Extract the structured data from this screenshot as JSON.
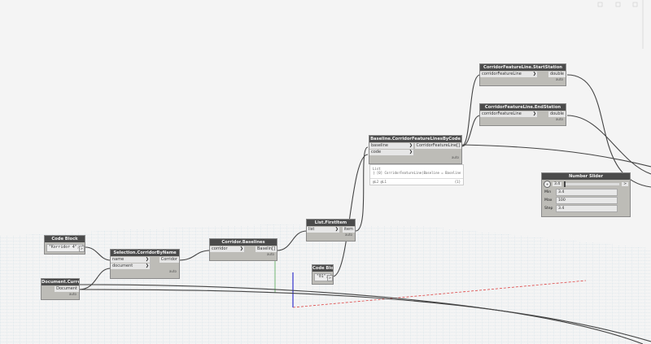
{
  "nodes": {
    "code_block_1": {
      "title": "Code Block",
      "code": "\"Korridor 4\";",
      "out": ">"
    },
    "selection": {
      "title": "Selection.CorridorByName",
      "inputs": [
        "name",
        "document"
      ],
      "output": "Corridor",
      "footer": "auto"
    },
    "corridor_baselines": {
      "title": "Corridor.Baselines",
      "input": "corridor",
      "output": "Baselin[]",
      "footer": "auto"
    },
    "document_current": {
      "title": "Document.Current",
      "output": "Document",
      "footer": "auto"
    },
    "list_first_item": {
      "title": "List.FirstItem",
      "input": "list",
      "output": "item",
      "footer": "auto"
    },
    "code_block_2": {
      "title": "Code Block",
      "code": "\"01\";",
      "out": ">"
    },
    "baseline_features": {
      "title": "Baseline.CorridorFeatureLinesByCode",
      "inputs": [
        "baseline",
        "code"
      ],
      "output": "CorridorFeatureLine[]",
      "footer": "auto"
    },
    "start_station": {
      "title": "CorridorFeatureLine.StartStation",
      "input": "corridorFeatureLine",
      "output": "double",
      "footer": "auto"
    },
    "end_station": {
      "title": "CorridorFeatureLine.EndStation",
      "input": "corridorFeatureLine",
      "output": "double",
      "footer": "auto"
    },
    "number_slider": {
      "title": "Number Slider",
      "value": "3.4",
      "output": ">",
      "min_label": "Min",
      "min": "3.4",
      "max_label": "Max",
      "max": "100",
      "step_label": "Step",
      "step": "3.4"
    }
  },
  "preview": {
    "line1": "List",
    "line2": "├ [0] CorridorFeatureLine(Baseline = Baseline",
    "footer_left": "@L2 @L1",
    "footer_right": "{1}"
  },
  "colors": {
    "background": "#f4f4f4",
    "node_header": "#4b4b4b",
    "node_body": "#bdbcb7",
    "wire": "#444444",
    "grid": "#9fc0d4"
  }
}
